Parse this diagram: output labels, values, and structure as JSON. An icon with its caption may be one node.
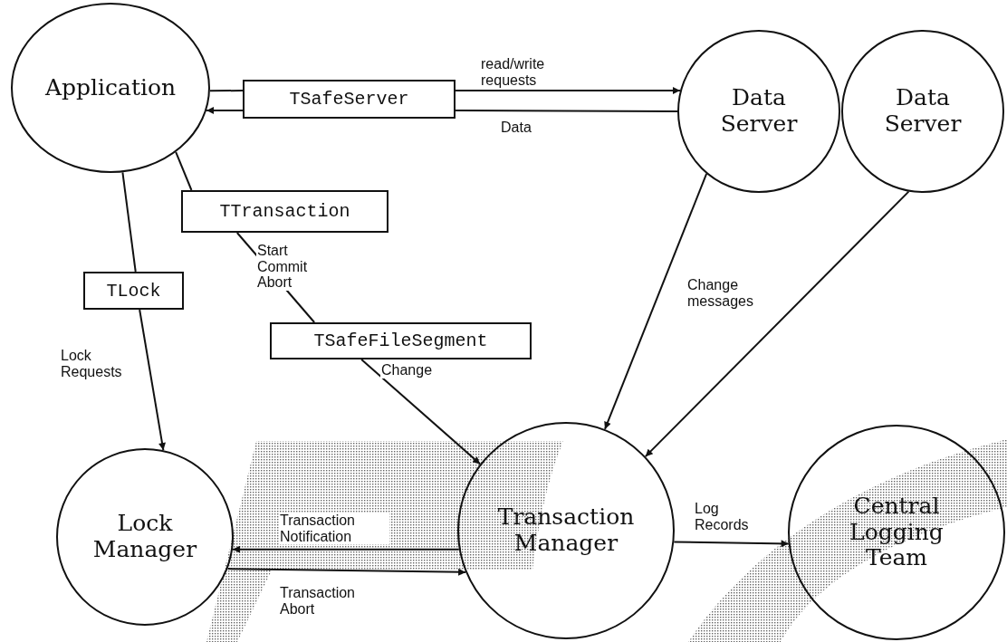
{
  "diagram": {
    "nodes": [
      {
        "text": [
          "Application"
        ]
      },
      {
        "text": [
          "TSafeServer"
        ]
      },
      {
        "text": [
          "Data Server"
        ]
      },
      {
        "text": [
          "Data Server"
        ]
      },
      {
        "text": [
          "TTransaction"
        ]
      },
      {
        "text": [
          "TLock"
        ]
      },
      {
        "text": [
          "TSafeFileSegment"
        ]
      },
      {
        "text": [
          "Lock Manager"
        ]
      },
      {
        "text": [
          "Transaction Manager"
        ]
      },
      {
        "text": [
          "Central Logging Team"
        ]
      }
    ],
    "edges": [
      {
        "from": 0,
        "to": 1,
        "arrow": "none"
      },
      {
        "from": 1,
        "to": 2,
        "arrow": "to",
        "label": "read/write requests"
      },
      {
        "from": 2,
        "to": 1,
        "arrow": "none",
        "label": "Data"
      },
      {
        "from": 1,
        "to": 0,
        "arrow": "to"
      },
      {
        "from": 0,
        "to": 4,
        "arrow": "none"
      },
      {
        "from": 4,
        "to": 6,
        "arrow": "none",
        "label": "Start Commit Abort"
      },
      {
        "from": 6,
        "to": 8,
        "arrow": "to",
        "label": "Change"
      },
      {
        "from": 0,
        "to": 5,
        "arrow": "none"
      },
      {
        "from": 5,
        "to": 7,
        "arrow": "to",
        "label": "Lock Requests"
      },
      {
        "from": 2,
        "to": 8,
        "arrow": "to",
        "label": "Change messages"
      },
      {
        "from": 3,
        "to": 8,
        "arrow": "to"
      },
      {
        "from": 8,
        "to": 7,
        "arrow": "to",
        "label": "Transaction Notification"
      },
      {
        "from": 7,
        "to": 8,
        "arrow": "to",
        "label": "Transaction Abort"
      },
      {
        "from": 8,
        "to": 9,
        "arrow": "to",
        "label": "Log Records"
      }
    ]
  }
}
